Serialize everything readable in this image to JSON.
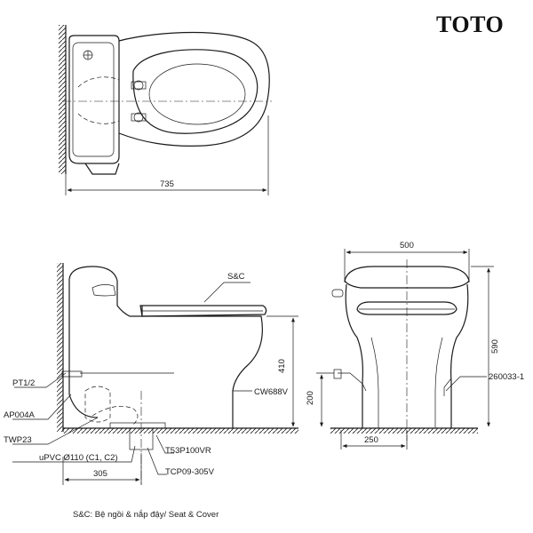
{
  "brand": "TOTO",
  "dimensions": {
    "top_length": "735",
    "side_height": "410",
    "side_inlet": "200",
    "side_rough_in": "305",
    "front_width": "500",
    "front_height": "590",
    "front_inlet": "250"
  },
  "labels": {
    "seat_cover": "S&C",
    "body": "CW688V",
    "pt": "PT1/2",
    "ap": "AP004A",
    "twp": "TWP23",
    "upvc": "uPVC Ø110 (C1, C2)",
    "t53": "T53P100VR",
    "tcp": "TCP09-305V",
    "hose": "260033-1"
  },
  "footnote": "S&C: Bệ ngồi & nắp đậy/ Seat & Cover"
}
